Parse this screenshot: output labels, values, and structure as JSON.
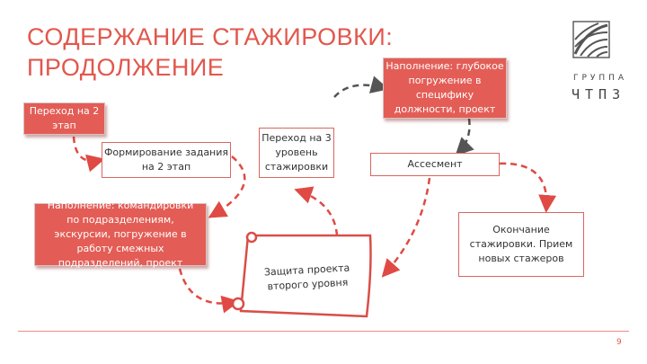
{
  "slide": {
    "title_line1": "СОДЕРЖАНИЕ СТАЖИРОВКИ:",
    "title_line2": "ПРОДОЛЖЕНИЕ",
    "page_number": "9"
  },
  "logo": {
    "line1": "ГРУППА",
    "line2": "ЧТПЗ",
    "color": "#444444"
  },
  "boxes": {
    "transition2": "Переход на 2 этап",
    "forming": "Формирование задания на 2 этап",
    "fill_trips": "Наполнение: командировки по подразделениям, экскурсии, погружение в работу смежных подразделений, проект",
    "transition3": "Переход на 3 уровень стажировки",
    "defense": "Защита проекта второго уровня",
    "fill_deep": "Наполнение: глубокое погружение в специфику должности, проект",
    "assessment": "Ассесмент",
    "end": "Окончание стажировки. Прием новых стажеров"
  },
  "colors": {
    "accent": "#e2574c",
    "box_fill": "#e35d56",
    "arrow": "#e04a44",
    "arrow_dark": "#555555"
  }
}
